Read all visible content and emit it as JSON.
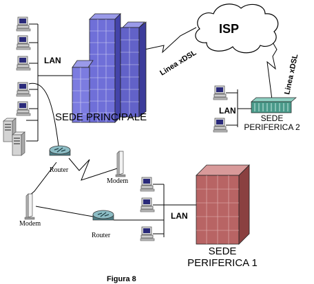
{
  "labels": {
    "isp": "ISP",
    "lan_main": "LAN",
    "lan_p1": "LAN",
    "lan_p2": "LAN",
    "xdsl_left": "Linea xDSL",
    "xdsl_right": "Linea xDSL",
    "sede_principale": "SEDE PRINCIPALE",
    "sede_p1_line1": "SEDE",
    "sede_p1_line2": "PERIFERICA 1",
    "sede_p2_line1": "SEDE",
    "sede_p2_line2": "PERIFERICA 2",
    "router_top": "Router",
    "router_bottom": "Router",
    "modem_right": "Modem",
    "modem_left": "Modem",
    "caption": "Figura 8"
  },
  "colors": {
    "hq_building": "#6f6fd8",
    "p1_building": "#b86464",
    "p2_building": "#4a9a8a",
    "cloud": "#ffffff",
    "router": "#6aa0a8",
    "line": "#000000"
  },
  "icons": {
    "computer": "desktop-computer-icon",
    "server": "server-tower-icon",
    "router": "router-icon",
    "modem": "modem-icon",
    "cloud": "cloud-icon"
  }
}
